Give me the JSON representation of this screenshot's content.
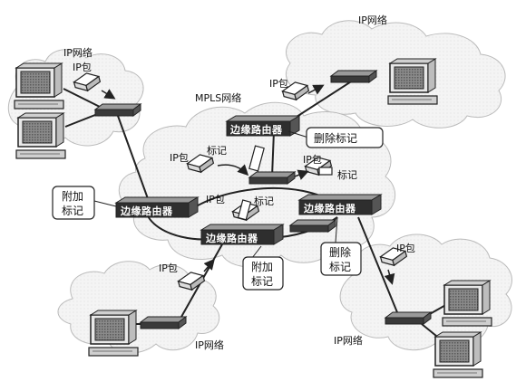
{
  "labels": {
    "ip_network_tl": "IP网络",
    "ip_network_tr": "IP网络",
    "ip_network_bl": "IP网络",
    "ip_network_br": "IP网络",
    "mpls_network": "MPLS网络",
    "ip_packet_1": "IP包",
    "ip_packet_2": "IP包",
    "ip_packet_3": "IP包",
    "ip_packet_4": "IP包",
    "ip_packet_5": "IP包",
    "ip_packet_6": "IP包",
    "ip_packet_7": "IP包",
    "label_tag_1": "标记",
    "label_tag_2": "标记",
    "label_tag_3": "标记"
  },
  "routers": {
    "edge_router": "边缘路由器"
  },
  "callouts": {
    "remove_label_top": "删除标记",
    "add_label_left_l1": "附加",
    "add_label_left_l2": "标记",
    "add_label_bottom_l1": "附加",
    "add_label_bottom_l2": "标记",
    "remove_label_right_l1": "删除",
    "remove_label_right_l2": "标记"
  }
}
